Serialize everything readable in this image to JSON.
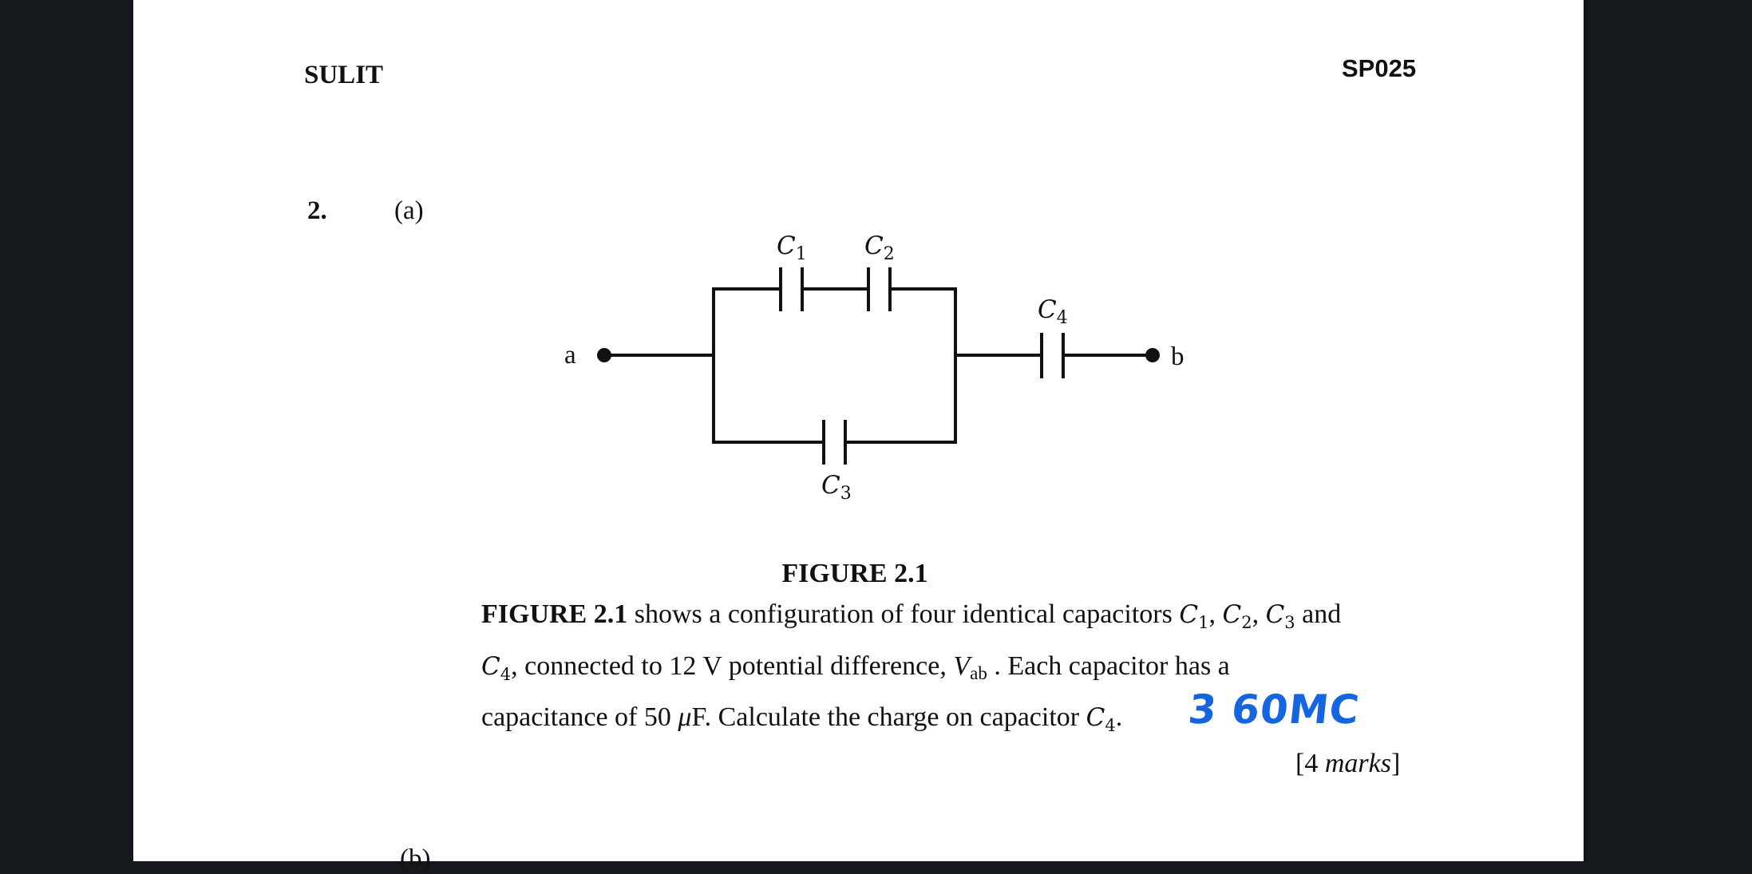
{
  "header": {
    "left": "SULIT",
    "right": "SP025"
  },
  "question": {
    "number": "2.",
    "part": "(a)",
    "next_part": "(b)"
  },
  "circuit": {
    "terminal_a": "a",
    "terminal_b": "b",
    "c1_label": "C",
    "c1_sub": "1",
    "c2_label": "C",
    "c2_sub": "2",
    "c3_label": "C",
    "c3_sub": "3",
    "c4_label": "C",
    "c4_sub": "4"
  },
  "figure_caption": "FIGURE 2.1",
  "text": {
    "line1_bold": "FIGURE 2.1",
    "line1_rest": " shows a configuration of four identical capacitors  ",
    "c": "C",
    "s1": "1",
    "s2": "2",
    "s3": "3",
    "s4": "4",
    "comma": ", ",
    "and": " and",
    "line2_rest": ", connected to 12 V potential difference, ",
    "v": "V",
    "v_sub": "ab",
    "line2_end": " . Each capacitor has a",
    "line3_start": "capacitance of 50 ",
    "mu": "μ",
    "line3_mid": "F. Calculate the charge on capacitor ",
    "period": "."
  },
  "answer_handwritten": "3 60MC",
  "marks": {
    "open": "[4 ",
    "word": "marks",
    "close": "]"
  }
}
